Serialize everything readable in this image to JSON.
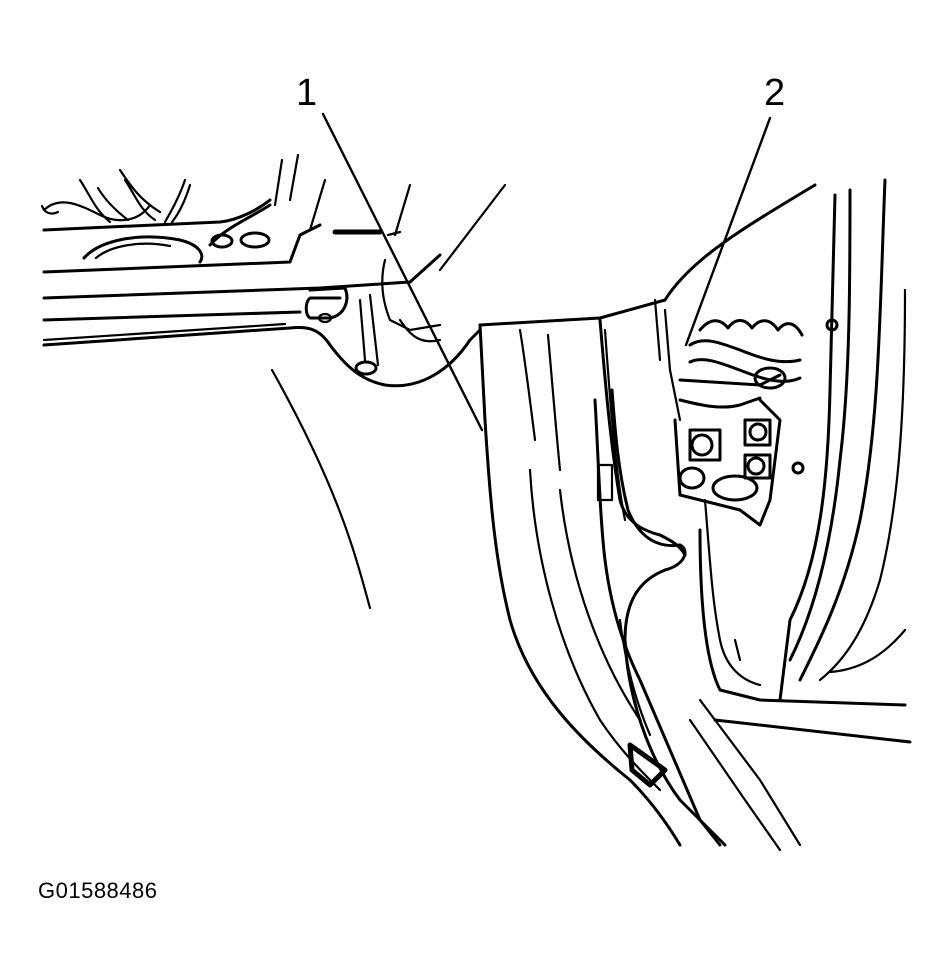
{
  "callouts": {
    "one": "1",
    "two": "2"
  },
  "figure_id": "G01588486",
  "colors": {
    "line": "#000000",
    "background": "#ffffff"
  }
}
